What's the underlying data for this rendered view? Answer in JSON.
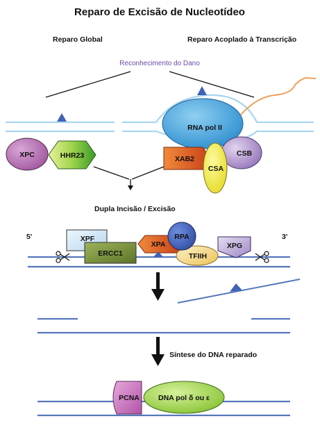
{
  "title": "Reparo de Excisão de Nucleotídeo",
  "pathways": {
    "global": "Reparo Global",
    "transcription_coupled": "Reparo Acoplado à Transcrição"
  },
  "damage_recognition": "Reconhecimento do Dano",
  "dual_incision": "Dupla Incisão / Excisão",
  "strand_ends": {
    "five_prime": "5'",
    "three_prime": "3'"
  },
  "resynthesis": "Síntese do DNA reparado",
  "proteins": {
    "xpc": "XPC",
    "hhr23": "HHR23",
    "rna_pol_ii": "RNA pol II",
    "xab2": "XAB2",
    "csa": "CSA",
    "csb": "CSB",
    "xpf": "XPF",
    "ercc1": "ERCC1",
    "xpa": "XPA",
    "rpa": "RPA",
    "tfiih": "TFIIH",
    "xpg": "XPG",
    "pcna": "PCNA",
    "dna_pol": "DNA pol δ ou ε"
  },
  "colors": {
    "dna_blue": "#5577bb",
    "lesion_blue": "#3f63b5",
    "xpc": "#b36bb0",
    "hhr23": "#8ccf3a",
    "rna_pol_ii": "#43a4dd",
    "xab2": "#e8602a",
    "csa": "#f3ee4c",
    "csb": "#a98ac6",
    "xpf": "#cfe5f4",
    "ercc1": "#7c963b",
    "xpa": "#e8602a",
    "rpa": "#3c5cb7",
    "tfiih": "#f5d478",
    "xpg": "#b9a6d8",
    "pcna": "#c76db5",
    "dna_pol": "#9ed441",
    "rna_transcript": "#f0a05a",
    "label_violet": "#6a4aa8"
  }
}
